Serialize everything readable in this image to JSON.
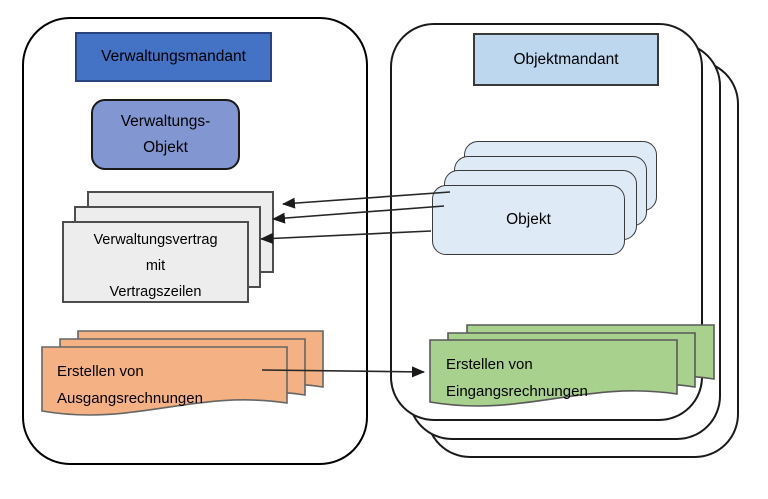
{
  "left_container": {
    "title": "Verwaltungsmandant",
    "object_box": {
      "line1": "Verwaltungs-",
      "line2": "Objekt"
    },
    "contract_stack": {
      "line1": "Verwaltungsvertrag",
      "line2": "mit",
      "line3": "Vertragszeilen",
      "card_count": 3
    },
    "outgoing_invoices": {
      "line1": "Erstellen von",
      "line2": "Ausgangsrechnungen",
      "card_count": 3
    }
  },
  "right_container": {
    "title": "Objektmandant",
    "page_count": 3,
    "object_stack": {
      "label": "Objekt",
      "card_count": 4
    },
    "incoming_invoices": {
      "line1": "Erstellen von",
      "line2": "Eingangsrechnungen",
      "card_count": 3
    }
  },
  "relations": {
    "object_to_contract_arrows": 3,
    "outgoing_to_incoming_arrows": 1
  },
  "colors": {
    "header_dark_blue": "#4472C4",
    "object_medium_blue": "#8297D1",
    "header_light_blue": "#BDD7EE",
    "object_card_blue": "#DEEAF6",
    "contract_gray": "#EDEDED",
    "outgoing_orange": "#F4B183",
    "incoming_green": "#A9D18E"
  }
}
